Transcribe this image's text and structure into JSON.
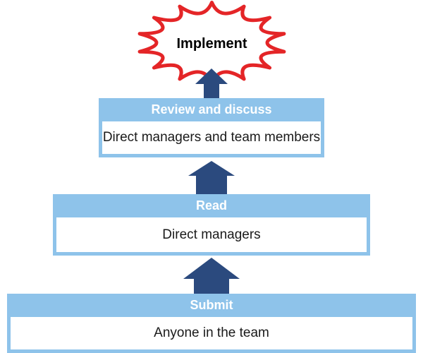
{
  "diagram": {
    "outcome": {
      "label": "Implement"
    },
    "stages": [
      {
        "id": "review",
        "header": "Review and discuss",
        "body": "Direct managers and team members"
      },
      {
        "id": "read",
        "header": "Read",
        "body": "Direct managers"
      },
      {
        "id": "submit",
        "header": "Submit",
        "body": "Anyone in the team"
      }
    ],
    "icons": {
      "arrow": "up-block-arrow",
      "burst": "explosion-starburst"
    },
    "colors": {
      "stage_fill": "#8EC3EA",
      "arrow_fill": "#2B4A7E",
      "burst_outline": "#E42527",
      "burst_fill": "#FFFFFF",
      "header_text": "#FFFFFF",
      "body_text": "#1A1A1A",
      "outcome_text": "#000000"
    }
  }
}
